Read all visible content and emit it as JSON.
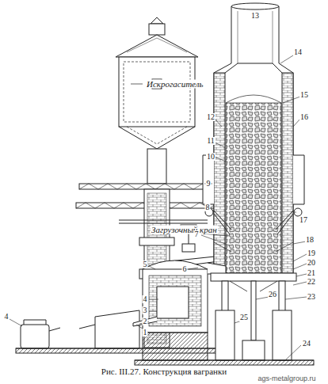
{
  "diagram": {
    "caption": "Рис. III.27. Конструкция вагранки",
    "labels": [
      "Искрогаситель",
      "Загрузочный кран",
      "4",
      "13",
      "14",
      "15",
      "16",
      "12",
      "11",
      "10",
      "9",
      "8",
      "17",
      "7",
      "18",
      "5",
      "6",
      "4",
      "3",
      "2",
      "1",
      "19",
      "20",
      "21",
      "22",
      "23",
      "26",
      "25",
      "24",
      "ags-metalgroup.ru"
    ]
  }
}
